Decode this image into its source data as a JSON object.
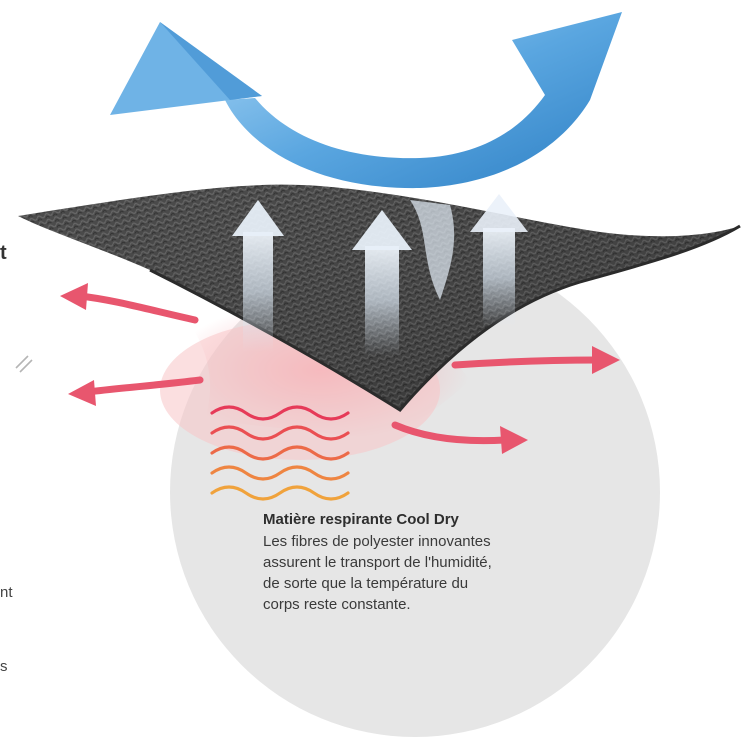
{
  "callout": {
    "title": "Matière respirante Cool Dry",
    "lines": [
      "Les fibres de polyester innovantes",
      "assurent le transport de l'humidité,",
      "de sorte que la température du",
      "corps reste constante."
    ]
  },
  "edge_fragments": {
    "top": "t",
    "middle": "nt",
    "bottom": "s"
  },
  "colors": {
    "fabric": "#4a4a4a",
    "circle": "#e6e6e6",
    "air_arrow": "#5aa6e0",
    "heat_arrow": "#e8566e",
    "vapor": "#dbe7f3",
    "wave_top": "#e63a58",
    "wave_bottom": "#f0a23c"
  }
}
